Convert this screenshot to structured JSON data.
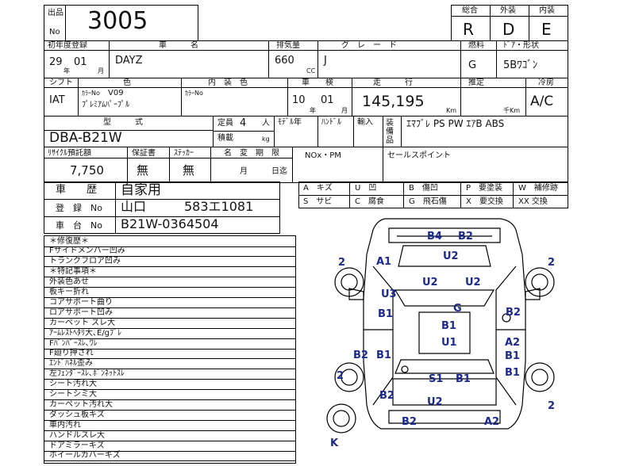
{
  "lot": {
    "label_top": "出品",
    "label_bottom": "No",
    "number": "3005"
  },
  "grades": {
    "overall_label": "総合",
    "exterior_label": "外装",
    "interior_label": "内装",
    "overall": "R",
    "exterior": "D",
    "interior": "E"
  },
  "row1": {
    "first_reg_label": "初年度登録",
    "car_name_label": "車　　　名",
    "displacement_label": "排気量",
    "grade_label": "グ　レ　ー　ド",
    "fuel_label": "燃料",
    "door_label": "ﾄﾞｱ・形状",
    "year": "29",
    "year_unit": "年",
    "month": "01",
    "month_unit": "月",
    "car_name": "DAYZ",
    "displacement": "660",
    "cc_unit": "CC",
    "grade": "J",
    "fuel": "G",
    "door_shape": "5Bﾜｺﾞﾝ"
  },
  "row2": {
    "shift_label": "シフト",
    "color_label": "色",
    "interior_label": "内　装　色",
    "inspection_label": "車　　検",
    "mileage_label": "走　　　行",
    "estimate_label": "推定",
    "ac_label": "冷房",
    "shift": "IAT",
    "color_no_label": "ｶﾗｰNo",
    "color_no": "V09",
    "color_name": "ﾌﾟﾚﾐｱﾑﾊﾟｰﾌﾟﾙ",
    "interior_color_no_label": "ｶﾗｰNo",
    "insp_year": "10",
    "insp_year_unit": "年",
    "insp_month": "01",
    "insp_month_unit": "月",
    "mileage": "145,195",
    "km_unit": "Km",
    "thousand_km_unit": "千Km",
    "ac": "A/C"
  },
  "row3": {
    "model_label": "型　　　式",
    "model": "DBA-B21W",
    "capacity_label": "定員",
    "capacity": "4",
    "capacity_unit": "人",
    "load_label": "積載",
    "load_unit": "kg",
    "model_year_label": "ﾓﾃﾞﾙ年",
    "handle_label": "ﾊﾝﾄﾞﾙ",
    "import_label": "輸入",
    "equipment_label": "装備品",
    "equipment": "ｴﾏﾌﾞﾚ PS PW ｴｱB ABS"
  },
  "row4": {
    "recycle_label": "ﾘｻｲｸﾙ預託額",
    "warranty_label": "保証書",
    "sticker_label": "ｽﾃｯｶｰ",
    "name_change_label": "名　変　期　限",
    "recycle": "7,750",
    "warranty": "無",
    "sticker": "無",
    "nc_month_unit": "月",
    "nc_day_unit": "日迄",
    "nox_label": "NOx・PM",
    "sales_point_label": "セールスポイント"
  },
  "history": {
    "label": "車　　歴",
    "value": "自家用"
  },
  "registration": {
    "label": "登　録　No",
    "value": "山口　　　583エ1081"
  },
  "chassis": {
    "label": "車　台　No",
    "value": "B21W-0364504"
  },
  "legend": {
    "A": "A　キズ",
    "U": "U　凹",
    "B": "B　傷凹",
    "P": "P　要塗装",
    "W": "W　補修跡",
    "S": "S　サビ",
    "C": "C　腐食",
    "G": "G　飛石傷",
    "X": "X　要交換",
    "XX": "XX 交換"
  },
  "notes": [
    "＊修復歴＊",
    "Fサイドメンバー凹み",
    "トランクフロア凹み",
    "＊特記事項＊",
    "外装色あせ",
    "板キー折れ",
    "コアサポート曲り",
    "ロアサポート凹み",
    "カーペット スレ大",
    "ｱｰﾑﾚｽﾄﾍﾀﾘ大､E/gﾌﾞﾚ",
    "Fﾊﾞﾝﾊﾟｰｽﾚ､ﾜﾚ",
    "F廻り押され",
    "ｴﾝﾄﾞﾊﾈﾙ歪み",
    "左ﾌｪﾝﾀﾞｰｽﾚ､ﾎﾞﾝﾈｯﾄｽﾚ",
    "シート汚れ大",
    "シートシミ大",
    "カーペット汚れ大",
    "ダッシュ板キズ",
    "車内汚れ",
    "ハンドルスレ大",
    "ドアミラーキズ",
    "ホイールカバーキズ"
  ],
  "damage": {
    "m1": "B4",
    "m2": "B2",
    "m3": "2",
    "m4": "A1",
    "m5": "U2",
    "m6": "2",
    "m7": "U2",
    "m8": "U2",
    "m9": "U3",
    "m10": "G",
    "m11": "B1",
    "m12": "B2",
    "m13": "B1",
    "m14": "U1",
    "m15": "A2",
    "m16": "B2",
    "m17": "B1",
    "m18": "B1",
    "m19": "B1",
    "m20": "2",
    "m21": "S1",
    "m22": "B1",
    "m23": "B2",
    "m24": "U2",
    "m25": "2",
    "m26": "B2",
    "m27": "A2",
    "m28": "K"
  }
}
